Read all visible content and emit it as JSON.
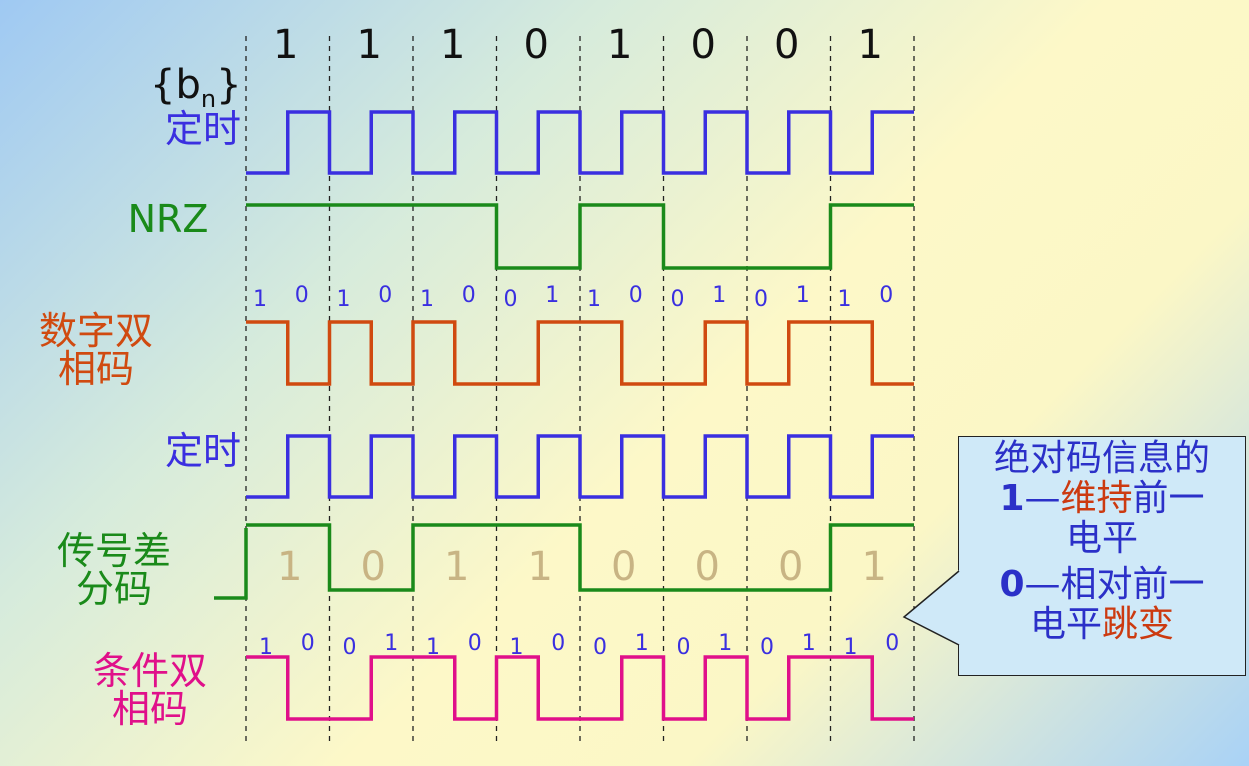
{
  "header": {
    "bn_label": "{b",
    "bn_sub": "n",
    "bn_close": "}"
  },
  "bits": [
    "1",
    "1",
    "1",
    "0",
    "1",
    "0",
    "0",
    "1"
  ],
  "rows": {
    "timing1": {
      "label": "定时",
      "color": "#3a2fe0"
    },
    "nrz": {
      "label": "NRZ",
      "color": "#1a8a1a"
    },
    "biphase": {
      "label": "数字双\n相码",
      "color": "#d04a10",
      "half_bits": [
        "1",
        "0",
        "1",
        "0",
        "1",
        "0",
        "0",
        "1",
        "1",
        "0",
        "0",
        "1",
        "0",
        "1",
        "1",
        "0"
      ]
    },
    "timing2": {
      "label": "定时",
      "color": "#3a2fe0"
    },
    "diff": {
      "label": "传号差\n分码",
      "color": "#1a8a1a",
      "bits": [
        "1",
        "0",
        "1",
        "1",
        "0",
        "0",
        "0",
        "1"
      ],
      "bit_color": "#c8b484"
    },
    "cmi": {
      "label": "条件双\n相码",
      "color": "#e0108a",
      "half_bits": [
        "1",
        "0",
        "0",
        "1",
        "1",
        "0",
        "1",
        "0",
        "0",
        "1",
        "0",
        "1",
        "0",
        "1",
        "1",
        "0"
      ]
    }
  },
  "note": {
    "line1": "绝对码信息的",
    "one": "1",
    "dash1": "—",
    "keep": "维持",
    "line2b": "前一",
    "line3": "电平",
    "zero": "0",
    "dash2": "—",
    "line4b": "相对前一",
    "line5a": "电平",
    "jump": "跳变",
    "text_color": "#2b30c8",
    "accent_color": "#cc3a10"
  },
  "half_bit_label_color": "#3a2fe0"
}
